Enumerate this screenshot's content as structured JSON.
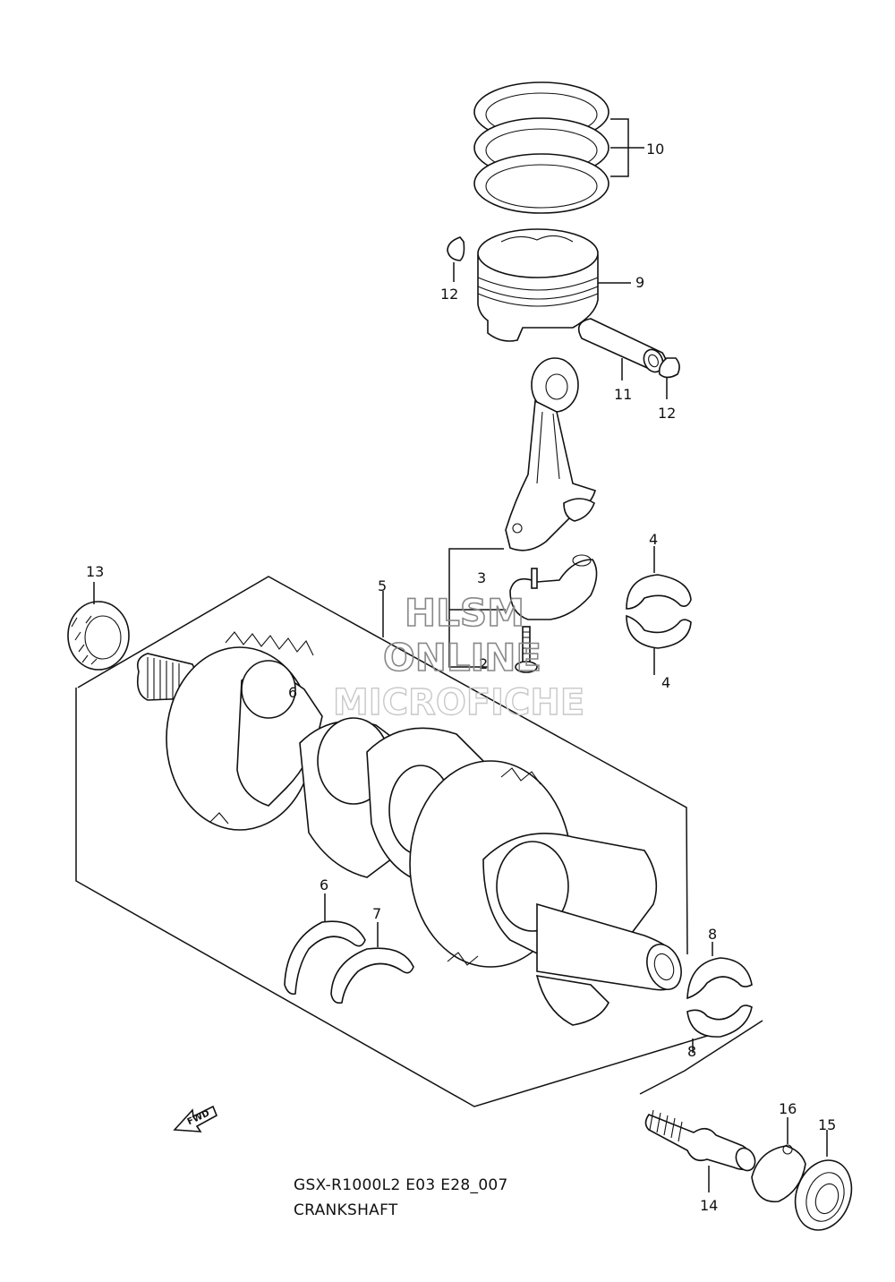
{
  "diagram": {
    "caption": {
      "model_code": "GSX-R1000L2 E03 E28_007",
      "title": "CRANKSHAFT"
    },
    "watermark": {
      "line1": "HLSM",
      "line2": "ONLINE",
      "line3": "MICROFICHE"
    },
    "fwd_label": "FWD",
    "callouts": {
      "c2": "2",
      "c3": "3",
      "c4a": "4",
      "c4b": "4",
      "c5": "5",
      "c6": "6",
      "c7": "7",
      "c8a": "8",
      "c8b": "8",
      "c9": "9",
      "c10": "10",
      "c11": "11",
      "c12a": "12",
      "c12b": "12",
      "c13": "13",
      "c14": "14",
      "c15": "15",
      "c16": "16"
    }
  }
}
